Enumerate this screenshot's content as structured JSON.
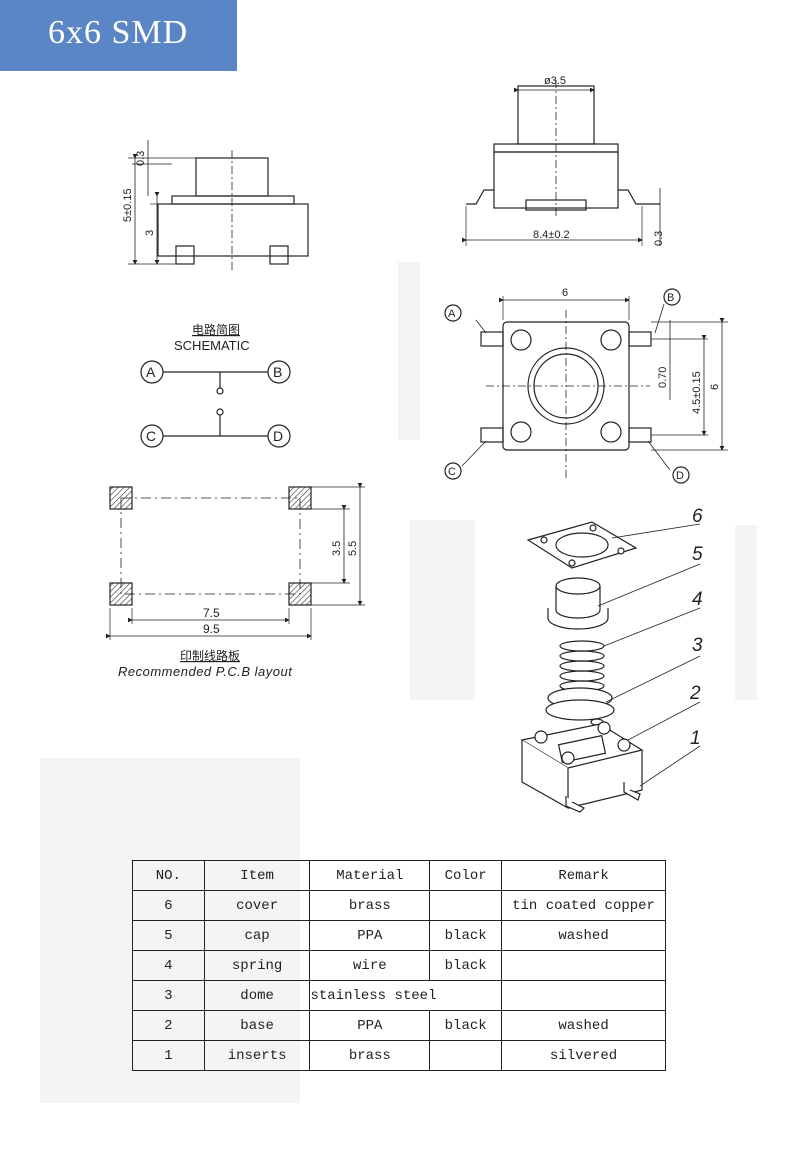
{
  "header": {
    "title": "6x6 SMD"
  },
  "side_view": {
    "dim_top": "0.3",
    "dim_height": "5±0.15",
    "dim_body": "3"
  },
  "front_view": {
    "dim_diameter": "ø3.5",
    "dim_width": "8.4±0.2",
    "dim_lead": "0.3"
  },
  "schematic": {
    "title_cn": "电路简图",
    "title_en": "SCHEMATIC",
    "pins": [
      "A",
      "B",
      "C",
      "D"
    ]
  },
  "top_view": {
    "dim_top": "6",
    "dim_pitch": "0.70",
    "dim_spacing": "4.5±0.15",
    "dim_height": "6",
    "pins": [
      "A",
      "B",
      "C",
      "D"
    ]
  },
  "pcb_layout": {
    "dim_inner_w": "7.5",
    "dim_outer_w": "9.5",
    "dim_inner_h": "3.5",
    "dim_outer_h": "5.5",
    "title_cn": "印制线路板",
    "title_en": "Recommended P.C.B layout"
  },
  "exploded_view": {
    "callouts": [
      "6",
      "5",
      "4",
      "3",
      "2",
      "1"
    ]
  },
  "bom": {
    "headers": [
      "NO.",
      "Item",
      "Material",
      "Color",
      "Remark"
    ],
    "rows": [
      {
        "no": "6",
        "item": "cover",
        "material": "brass",
        "color": "",
        "remark": "tin coated copper"
      },
      {
        "no": "5",
        "item": "cap",
        "material": "PPA",
        "color": "black",
        "remark": "washed"
      },
      {
        "no": "4",
        "item": "spring",
        "material": "wire",
        "color": "black",
        "remark": ""
      },
      {
        "no": "3",
        "item": "dome",
        "material": "stainless steel",
        "color": "",
        "remark": ""
      },
      {
        "no": "2",
        "item": "base",
        "material": "PPA",
        "color": "black",
        "remark": "washed"
      },
      {
        "no": "1",
        "item": "inserts",
        "material": "brass",
        "color": "",
        "remark": "silvered"
      }
    ]
  }
}
